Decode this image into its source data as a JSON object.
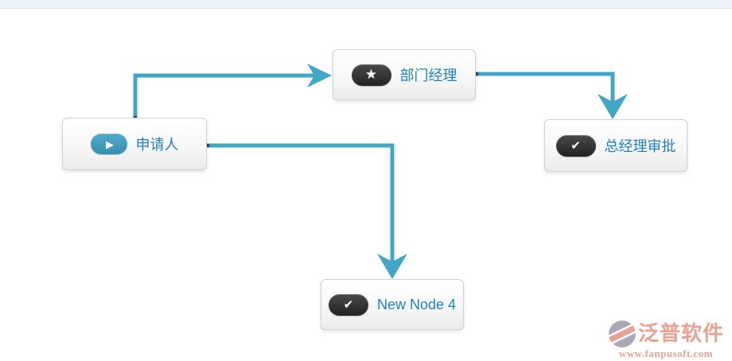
{
  "page": {
    "top_strip_color": "#edf2fb"
  },
  "workflow": {
    "connector_color": "#42a7c6",
    "endpoint_color": "#2a4c66",
    "nodes": [
      {
        "id": "applicant",
        "label": "申请人",
        "icon": "play-icon",
        "badge_style": "teal"
      },
      {
        "id": "dept-manager",
        "label": "部门经理",
        "icon": "star-icon",
        "badge_style": "dark"
      },
      {
        "id": "gm-approval",
        "label": "总经理审批",
        "icon": "check-icon",
        "badge_style": "dark"
      },
      {
        "id": "new-node-4",
        "label": "New Node 4",
        "icon": "check-icon",
        "badge_style": "dark"
      }
    ],
    "connections": [
      {
        "from": "applicant",
        "to": "dept-manager"
      },
      {
        "from": "dept-manager",
        "to": "gm-approval"
      },
      {
        "from": "applicant",
        "to": "new-node-4"
      }
    ]
  },
  "icons": {
    "play": "▶",
    "star": "★",
    "check": "✔"
  },
  "watermark": {
    "brand": "泛普软件",
    "url": "www.fanpusoft.com",
    "brand_color": "#e8a192",
    "mark_gray": "#a7a8b3"
  }
}
